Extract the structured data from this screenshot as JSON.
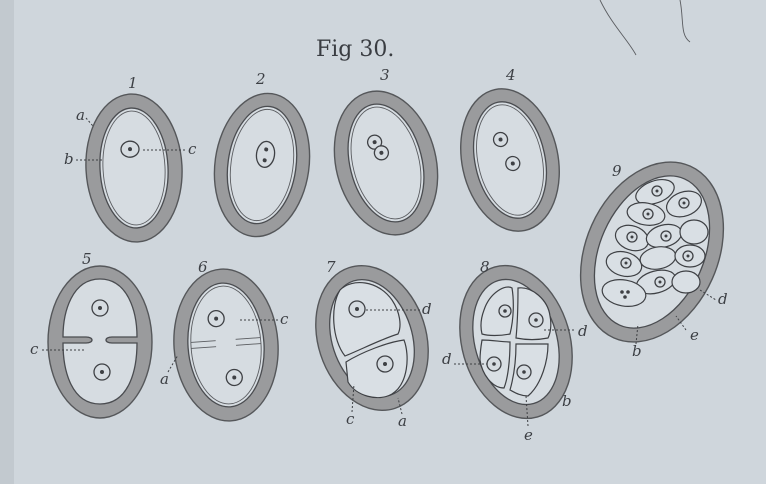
{
  "title": "Fig 30.",
  "figures": [
    {
      "number": "1"
    },
    {
      "number": "2"
    },
    {
      "number": "3"
    },
    {
      "number": "4"
    },
    {
      "number": "5"
    },
    {
      "number": "6"
    },
    {
      "number": "7"
    },
    {
      "number": "8"
    },
    {
      "number": "9"
    }
  ],
  "letters": {
    "a": "a",
    "b": "b",
    "c": "c",
    "d": "d",
    "e": "e"
  },
  "colors": {
    "paper": "#cfd6dc",
    "shell": "#9a9b9d",
    "ink": "#3e4044"
  }
}
